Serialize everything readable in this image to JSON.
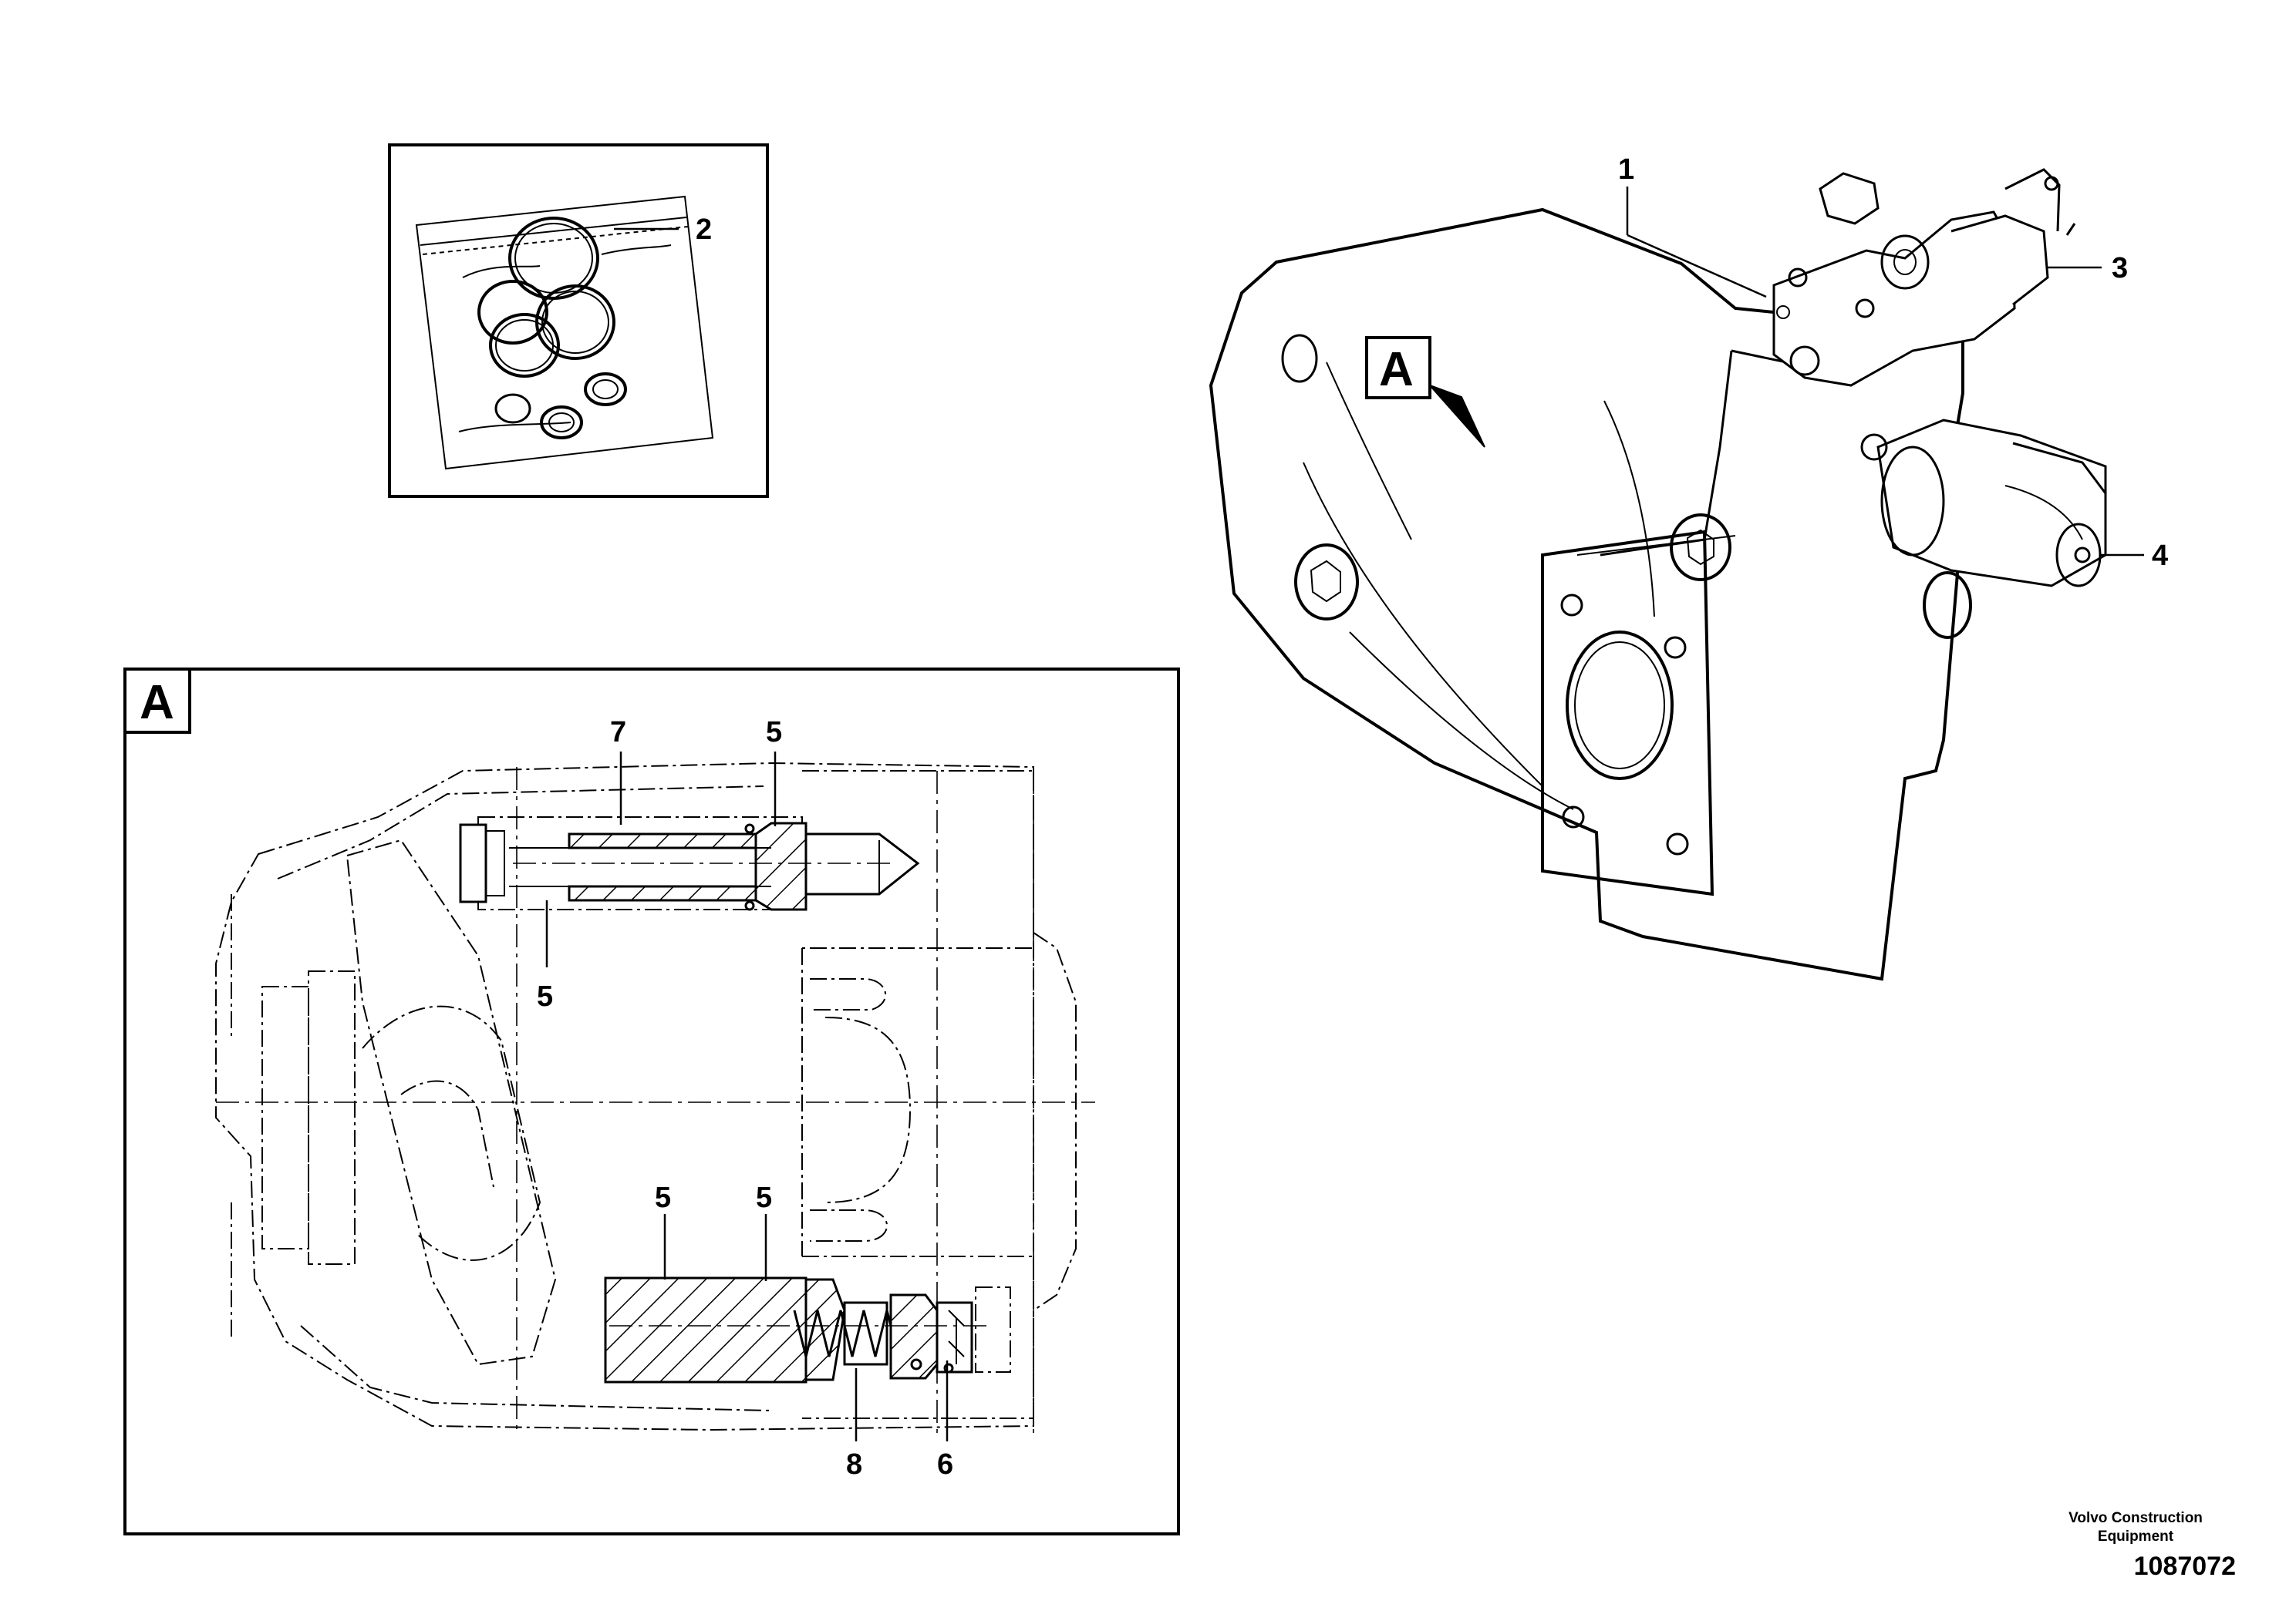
{
  "callouts": {
    "c1": "1",
    "c2": "2",
    "c3": "3",
    "c4": "4",
    "c5a": "5",
    "c5b": "5",
    "c5c": "5",
    "c5d": "5",
    "c6": "6",
    "c7": "7",
    "c8": "8"
  },
  "views": {
    "detail_marker": "A",
    "detail_box_label": "A"
  },
  "footer": {
    "company_line1": "Volvo Construction",
    "company_line2": "Equipment",
    "drawing_number": "1087072"
  }
}
